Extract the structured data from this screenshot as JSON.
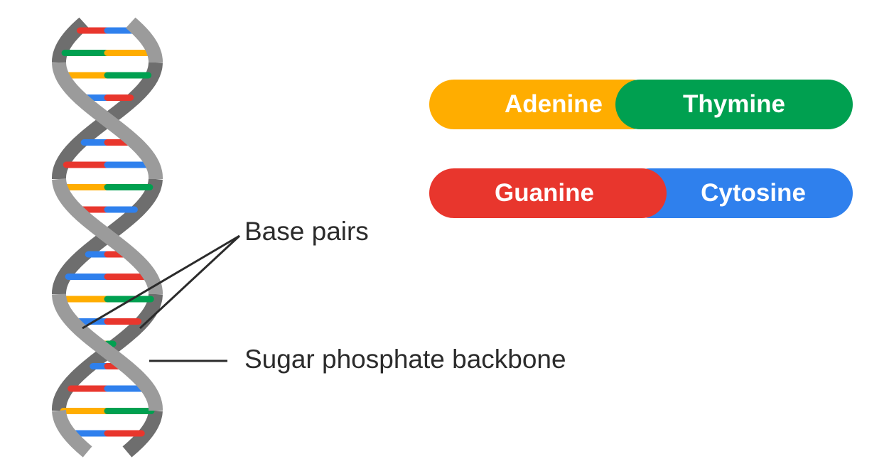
{
  "legend": {
    "pair1": {
      "left": "Adenine",
      "right": "Thymine",
      "left_color": "#ffad00",
      "right_color": "#00a050"
    },
    "pair2": {
      "left": "Guanine",
      "right": "Cytosine",
      "left_color": "#e8362d",
      "right_color": "#2f80ed"
    }
  },
  "labels": {
    "base_pairs": "Base pairs",
    "backbone": "Sugar phosphate backbone"
  },
  "colors": {
    "strand_front": "#9b9b9b",
    "strand_back": "#6e6e6e",
    "adenine": "#ffad00",
    "thymine": "#00a050",
    "guanine": "#e8362d",
    "cytosine": "#2f80ed",
    "text": "#2b2b2b"
  }
}
